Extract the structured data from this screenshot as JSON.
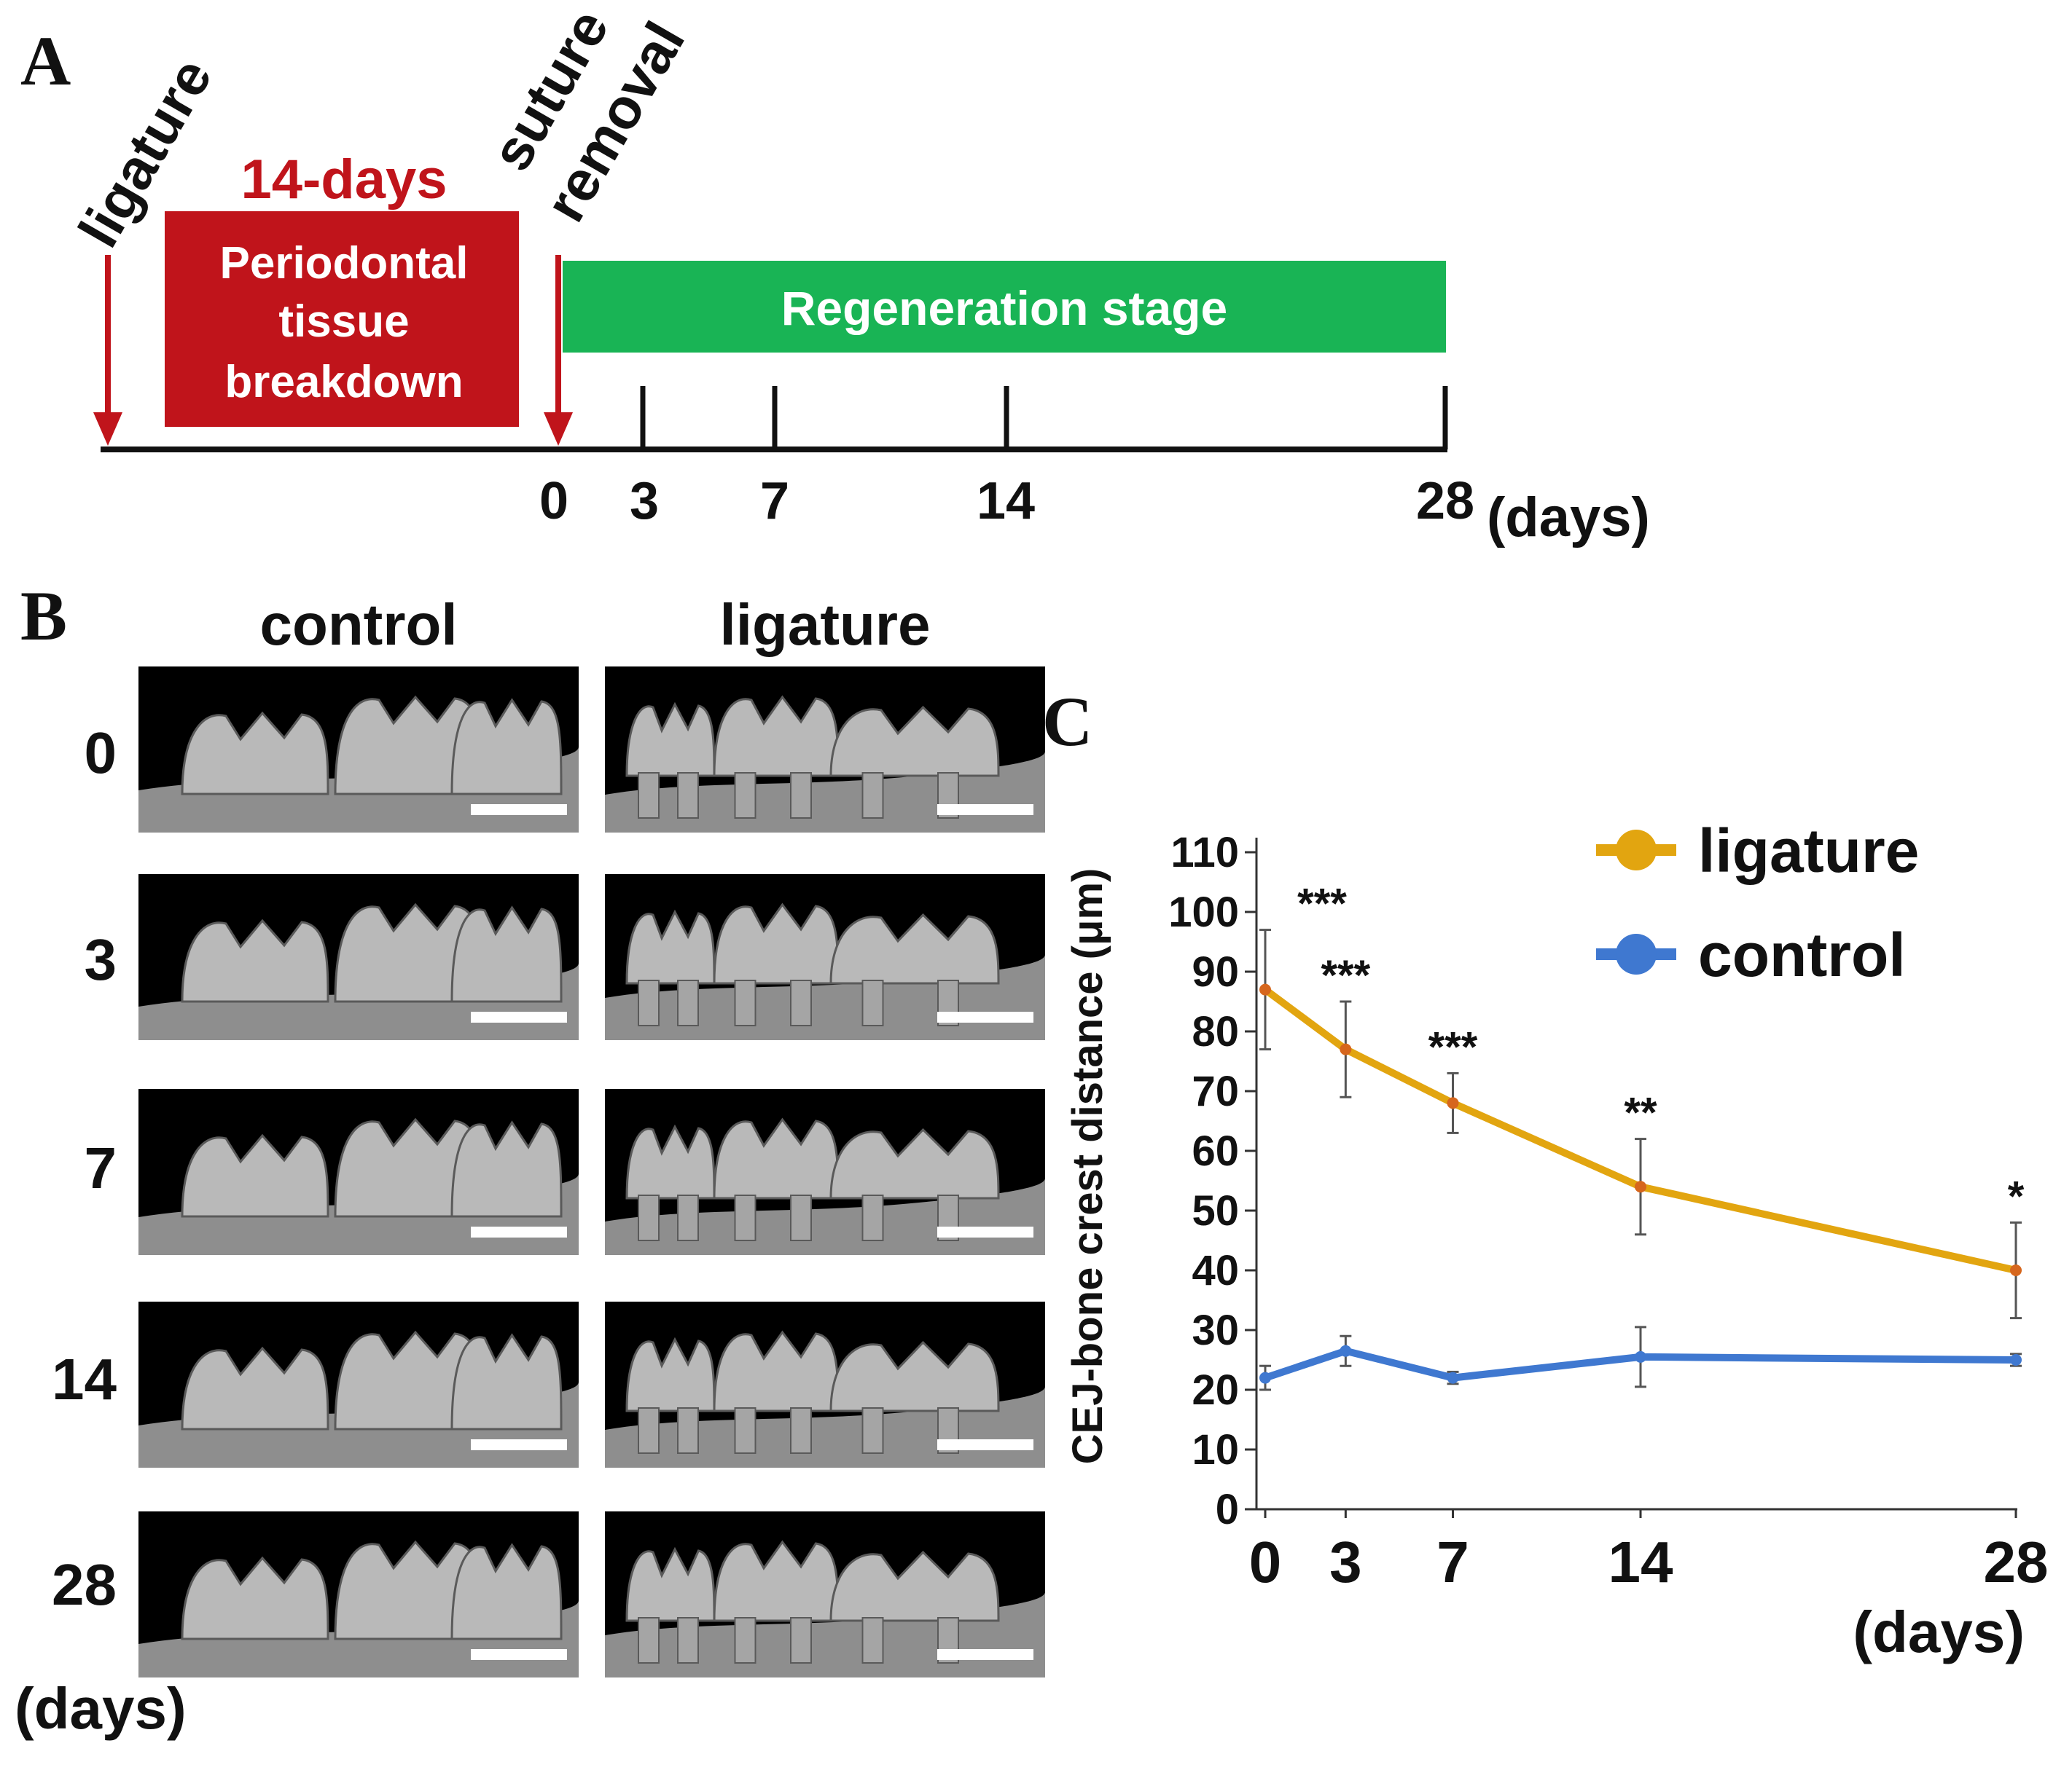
{
  "panel_a": {
    "letter": "A",
    "ligature_label": "ligature",
    "duration_label": "14-days",
    "breakdown_lines": [
      "Periodontal",
      "tissue",
      "breakdown"
    ],
    "suture_lines": [
      "suture",
      "removal"
    ],
    "regeneration_label": "Regeneration stage",
    "ticks": [
      "0",
      "3",
      "7",
      "14",
      "28"
    ],
    "unit": "(days)",
    "colors": {
      "red": "#c0141b",
      "green": "#19b455",
      "black": "#111111"
    }
  },
  "panel_b": {
    "letter": "B",
    "columns": [
      "control",
      "ligature"
    ],
    "rows": [
      "0",
      "3",
      "7",
      "14",
      "28"
    ],
    "unit": "(days)"
  },
  "panel_c": {
    "letter": "C",
    "chart_data": {
      "type": "line",
      "title": "",
      "xlabel": "(days)",
      "ylabel": "CEJ-bone crest distance (μm)",
      "x": [
        0,
        3,
        7,
        14,
        28
      ],
      "x_ticks": [
        "0",
        "3",
        "7",
        "14",
        "28"
      ],
      "y_ticks": [
        0,
        10,
        20,
        30,
        40,
        50,
        60,
        70,
        80,
        90,
        100,
        110
      ],
      "ylim": [
        0,
        110
      ],
      "xlim": [
        0,
        28
      ],
      "grid": false,
      "legend_position": "top-right",
      "series": [
        {
          "name": "ligature",
          "color": "#e2a510",
          "values": [
            87,
            77,
            68,
            54,
            40
          ],
          "errors": [
            10,
            8,
            5,
            8,
            8
          ]
        },
        {
          "name": "control",
          "color": "#3f78d0",
          "values": [
            22,
            26.5,
            22,
            25.5,
            25
          ],
          "errors": [
            2,
            2.5,
            1,
            5,
            1
          ]
        }
      ],
      "annotations": [
        "***",
        "***",
        "***",
        "**",
        "*"
      ]
    }
  }
}
